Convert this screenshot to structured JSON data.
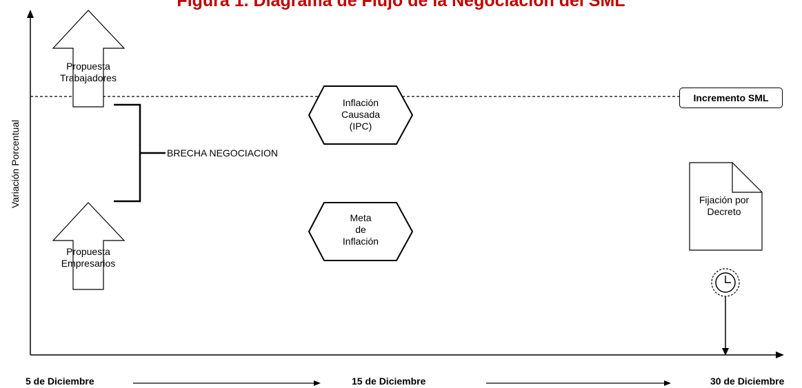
{
  "title": "Figura 1. Diagrama de Flujo de la Negociación del SML",
  "y_axis_label": "Variación Porcentual",
  "dates": {
    "start": "5 de Diciembre",
    "mid": "15 de Diciembre",
    "end": "30 de Diciembre"
  },
  "arrows": {
    "trabajadores": {
      "line1": "Propuesta",
      "line2": "Trabajadores"
    },
    "empresarios": {
      "line1": "Propuesta",
      "line2": "Empresarios"
    }
  },
  "brecha_label": "BRECHA NEGOCIACION",
  "inflacion_causada": {
    "line1": "Inflación",
    "line2": "Causada",
    "line3": "(IPC)"
  },
  "meta_inflacion": {
    "line1": "Meta",
    "line2": "de",
    "line3": "Inflación"
  },
  "incremento_sml": "Incremento SML",
  "fijacion": {
    "line1": "Fijación por",
    "line2": "Decreto"
  },
  "icons": {
    "clock": "clock-icon",
    "document": "document-icon"
  },
  "colors": {
    "title": "#c00000",
    "stroke": "#000000"
  }
}
